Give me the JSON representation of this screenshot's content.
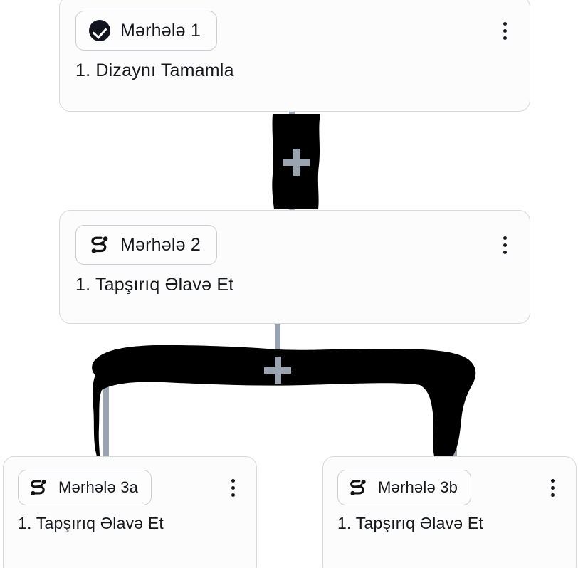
{
  "app": {
    "type": "workflow-stage-builder",
    "language": "az",
    "accent_color": "#11141f",
    "connector_color": "#9aa4b0",
    "card_bg": "#fcfcfd",
    "card_border": "#d6d9de",
    "ink_color": "#000000"
  },
  "stages": [
    {
      "id": "stage-1",
      "chip_label": "Mərhələ 1",
      "icon": "check-circle-icon",
      "menu_icon": "kebab-menu-icon",
      "task": "1. Dizaynı Tamamla"
    },
    {
      "id": "stage-2",
      "chip_label": "Mərhələ 2",
      "icon": "route-icon",
      "menu_icon": "kebab-menu-icon",
      "task": "1. Tapşırıq Əlavə Et"
    },
    {
      "id": "stage-3a",
      "chip_label": "Mərhələ 3a",
      "icon": "route-icon",
      "menu_icon": "kebab-menu-icon",
      "task": "1. Tapşırıq Əlavə Et"
    },
    {
      "id": "stage-3b",
      "chip_label": "Mərhələ 3b",
      "icon": "route-icon",
      "menu_icon": "kebab-menu-icon",
      "task": "1. Tapşırıq Əlavə Et"
    }
  ],
  "connectors": [
    {
      "id": "connector-1-2",
      "from": "stage-1",
      "to": "stage-2",
      "add_node": "add-stage-button"
    },
    {
      "id": "connector-2-branch",
      "from": "stage-2",
      "to": "stage-3a,stage-3b",
      "add_node": "add-stage-button"
    }
  ],
  "annotations": {
    "ink_stroke_1": "vertical-brush-stroke",
    "ink_stroke_2": "horizontal-brush-stroke"
  }
}
